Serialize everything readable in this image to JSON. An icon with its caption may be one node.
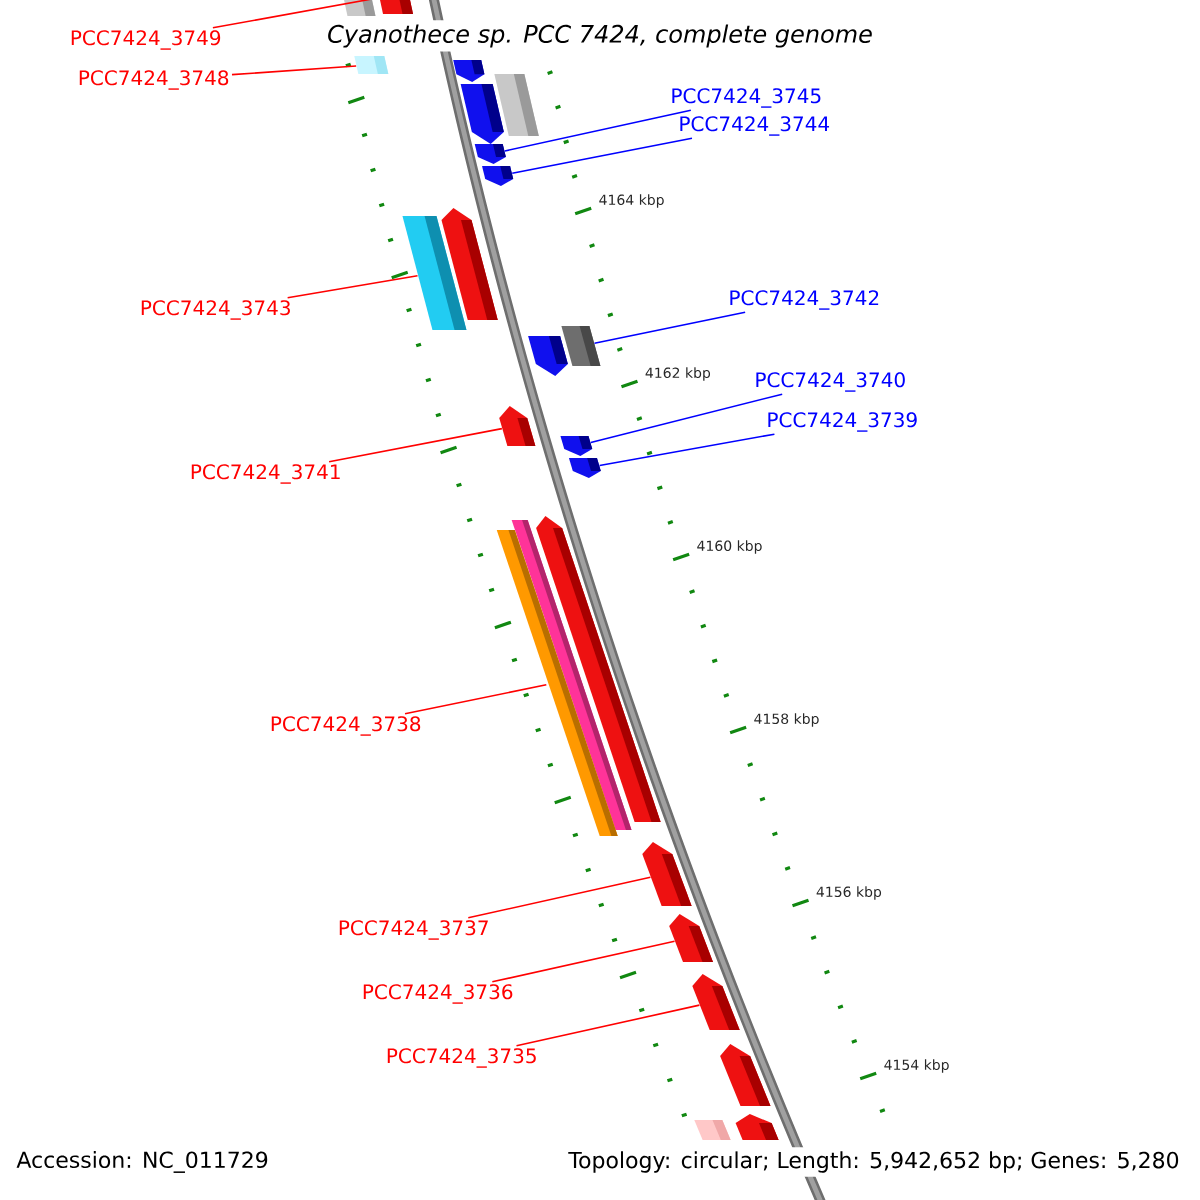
{
  "diagram": {
    "title": "Cyanothece sp. PCC 7424, complete genome",
    "nodes": [
      {
        "text": [
          "PCC7424_3749"
        ]
      },
      {
        "text": [
          "PCC7424_3748"
        ]
      },
      {
        "text": [
          "PCC7424_3745"
        ]
      },
      {
        "text": [
          "PCC7424_3744"
        ]
      },
      {
        "text": [
          "PCC7424_3743"
        ]
      },
      {
        "text": [
          "PCC7424_3742"
        ]
      },
      {
        "text": [
          "PCC7424_3740"
        ]
      },
      {
        "text": [
          "PCC7424_3739"
        ]
      },
      {
        "text": [
          "PCC7424_3741"
        ]
      },
      {
        "text": [
          "PCC7424_3738"
        ]
      },
      {
        "text": [
          "PCC7424_3737"
        ]
      },
      {
        "text": [
          "PCC7424_3736"
        ]
      },
      {
        "text": [
          "PCC7424_3735"
        ]
      },
      {
        "text": [],
        "shape": "bar"
      },
      {
        "text": [],
        "shape": "arrow"
      },
      {
        "text": [],
        "shape": "bar"
      },
      {
        "text": [],
        "shape": "arrow"
      },
      {
        "text": [],
        "shape": "bar"
      },
      {
        "text": [],
        "shape": "arrow"
      },
      {
        "text": [],
        "shape": "arrow"
      },
      {
        "text": [],
        "shape": "arrow"
      },
      {
        "text": [],
        "shape": "arrow"
      },
      {
        "text": [],
        "shape": "bar"
      },
      {
        "text": [],
        "shape": "bar"
      },
      {
        "text": [],
        "shape": "arrow"
      },
      {
        "text": [],
        "shape": "arrow"
      },
      {
        "text": [],
        "shape": "arrow"
      },
      {
        "text": [],
        "shape": "arrow"
      },
      {
        "text": [],
        "shape": "arrow"
      },
      {
        "text": [],
        "shape": "bar"
      },
      {
        "text": [],
        "shape": "bar"
      },
      {
        "text": [],
        "shape": "arrow"
      },
      {
        "text": [],
        "shape": "arrow"
      },
      {
        "text": [],
        "shape": "arrow"
      },
      {
        "text": [],
        "shape": "arrow"
      },
      {
        "text": [],
        "shape": "arrow"
      },
      {
        "text": [],
        "shape": "bar"
      }
    ],
    "edges": [
      {
        "from": 0,
        "to": 14,
        "arrow": "none"
      },
      {
        "from": 1,
        "to": 15,
        "arrow": "none"
      },
      {
        "from": 2,
        "to": 19,
        "arrow": "none",
        "color": "#0000ff"
      },
      {
        "from": 3,
        "to": 20,
        "arrow": "none",
        "color": "#0000ff"
      },
      {
        "from": 4,
        "to": 22,
        "arrow": "none"
      },
      {
        "from": 5,
        "to": 23,
        "arrow": "none",
        "color": "#0000ff"
      },
      {
        "from": 6,
        "to": 26,
        "arrow": "none",
        "color": "#0000ff"
      },
      {
        "from": 7,
        "to": 27,
        "arrow": "none",
        "color": "#0000ff"
      },
      {
        "from": 8,
        "to": 25,
        "arrow": "none"
      },
      {
        "from": 9,
        "to": 30,
        "arrow": "none"
      },
      {
        "from": 10,
        "to": 31,
        "arrow": "none"
      },
      {
        "from": 11,
        "to": 32,
        "arrow": "none"
      },
      {
        "from": 12,
        "to": 33,
        "arrow": "none"
      }
    ],
    "labels": [
      "4164 kbp",
      "4162 kbp",
      "4160 kbp",
      "4158 kbp",
      "4156 kbp",
      "4154 kbp",
      "Accession: NC_011729",
      "Topology: circular; Length: 5,942,652 bp; Genes: 5,280"
    ]
  }
}
